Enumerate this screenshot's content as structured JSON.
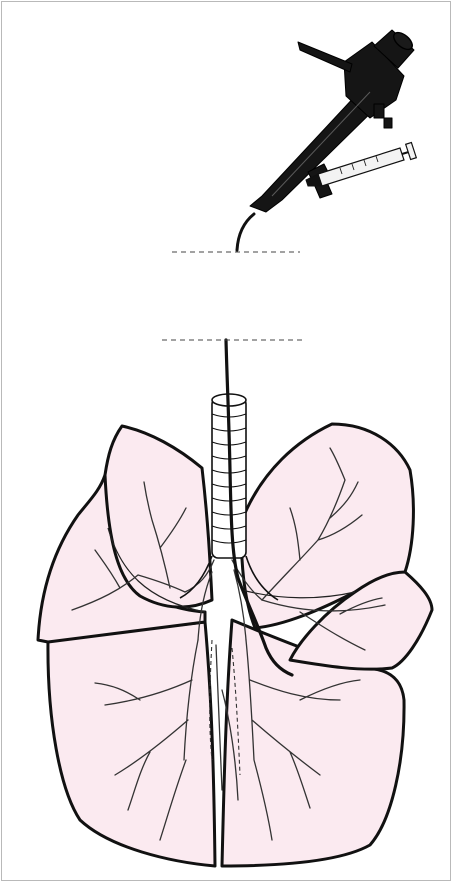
{
  "figure": {
    "colors": {
      "ink": "#111111",
      "lung_fill": "#fbeaf0",
      "scope_body": "#151515",
      "syringe_fill": "#f3f3f3",
      "border": "#b9b9b9"
    },
    "parts": [
      "bronchoscope",
      "syringe",
      "insertion-tube",
      "trachea",
      "bronchial-tree",
      "lung-lobes"
    ]
  }
}
